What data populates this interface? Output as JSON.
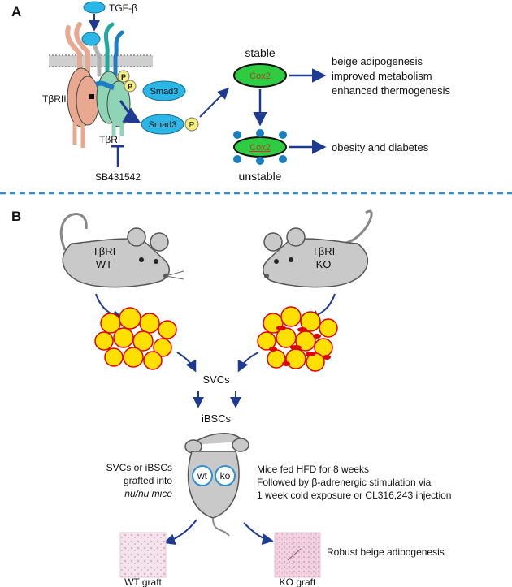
{
  "panel_a": {
    "letter": "A",
    "ligand": "TGF-β",
    "receptor_ii": "TβRII",
    "receptor_i": "TβRI",
    "phospho": "P",
    "smad3_top": "Smad3",
    "smad3_bottom": "Smad3",
    "smad3_phospho": "P",
    "inhibitor": "SB431542",
    "stable_label": "stable",
    "cox2_stable": "Cox2",
    "cox2_unstable": "Cox2",
    "unstable_label": "unstable",
    "outcomes_good": [
      "beige adipogenesis",
      "improved metabolism",
      "enhanced thermogenesis"
    ],
    "outcome_bad": "obesity and diabetes"
  },
  "panel_b": {
    "letter": "B",
    "mouse_wt": [
      "TβRI",
      "WT"
    ],
    "mouse_ko": [
      "TβRI",
      "KO"
    ],
    "svcs": "SVCs",
    "ibscs": "iBSCs",
    "graft_note": [
      "SVCs or iBSCs",
      "grafted into",
      "nu/nu mice"
    ],
    "wt_circle": "wt",
    "ko_circle": "ko",
    "hfd_note": [
      "Mice fed HFD for 8 weeks",
      "Followed by β-adrenergic stimulation via",
      "1 week cold exposure or CL316,243 injection"
    ],
    "robust_note": "Robust beige adipogenesis",
    "wt_graft": "WT graft",
    "ko_graft": "KO graft"
  },
  "colors": {
    "arrow_blue": "#1f3a93",
    "divider": "#2f8fd0",
    "smad": "#2ab6e6",
    "cox_green": "#2ecc40",
    "fat_yellow": "#ffe000",
    "fat_red": "#e00000",
    "mouse_gray": "#c9c9c9"
  }
}
